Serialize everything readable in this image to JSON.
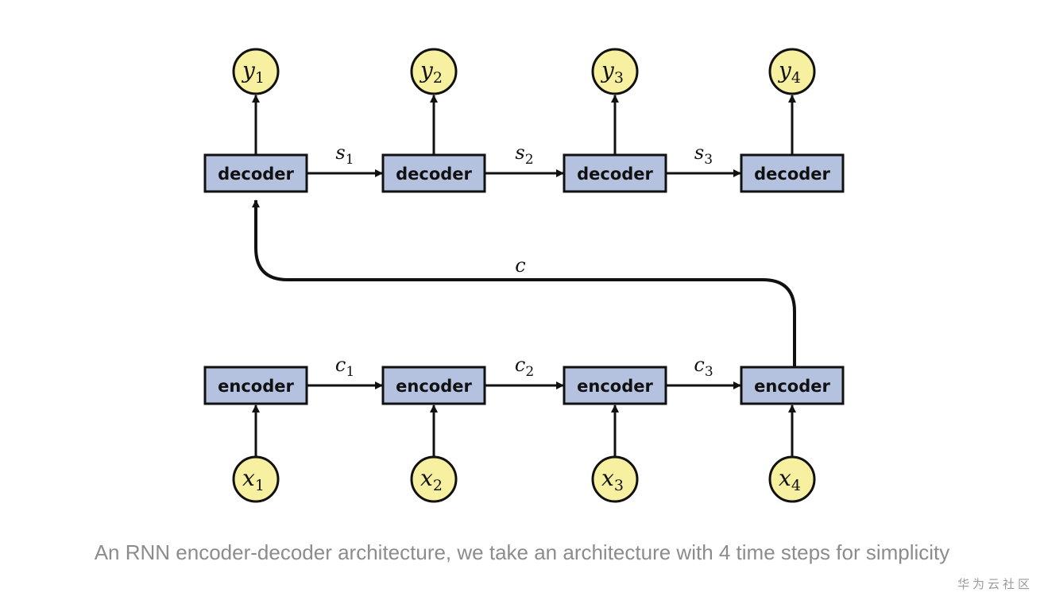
{
  "diagram": {
    "decoders": [
      {
        "label": "decoder",
        "output": {
          "var": "y",
          "sub": "1"
        }
      },
      {
        "label": "decoder",
        "output": {
          "var": "y",
          "sub": "2"
        }
      },
      {
        "label": "decoder",
        "output": {
          "var": "y",
          "sub": "3"
        }
      },
      {
        "label": "decoder",
        "output": {
          "var": "y",
          "sub": "4"
        }
      }
    ],
    "encoders": [
      {
        "label": "encoder",
        "input": {
          "var": "x",
          "sub": "1"
        }
      },
      {
        "label": "encoder",
        "input": {
          "var": "x",
          "sub": "2"
        }
      },
      {
        "label": "encoder",
        "input": {
          "var": "x",
          "sub": "3"
        }
      },
      {
        "label": "encoder",
        "input": {
          "var": "x",
          "sub": "4"
        }
      }
    ],
    "decoder_edges": [
      {
        "var": "s",
        "sub": "1"
      },
      {
        "var": "s",
        "sub": "2"
      },
      {
        "var": "s",
        "sub": "3"
      }
    ],
    "encoder_edges": [
      {
        "var": "c",
        "sub": "1"
      },
      {
        "var": "c",
        "sub": "2"
      },
      {
        "var": "c",
        "sub": "3"
      }
    ],
    "context_label": "c"
  },
  "caption": "An RNN encoder-decoder architecture, we take an architecture with 4 time steps for simplicity",
  "watermark": "华为云社区",
  "colors": {
    "box_fill": "#b4c2e0",
    "node_fill": "#f7f0a0",
    "stroke": "#111111"
  }
}
